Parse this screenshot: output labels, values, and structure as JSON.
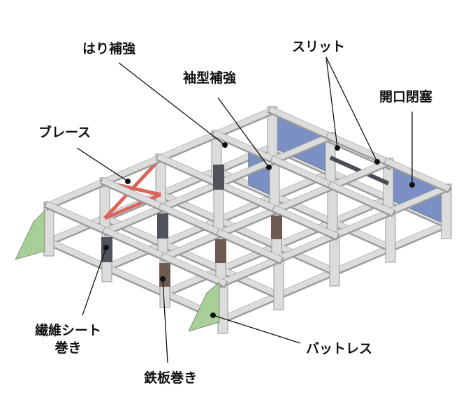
{
  "labels": {
    "beam": "はり補強",
    "wing": "袖型補強",
    "slit": "スリット",
    "opening": "開口閉塞",
    "brace": "ブレース",
    "fiber_line1": "繊維シート",
    "fiber_line2": "巻き",
    "steel": "鉄板巻き",
    "buttress": "バットレス"
  },
  "colors": {
    "frame": "#dcdcdc",
    "frame_edge": "#9a9a9a",
    "panel_blue": "#7b8fc4",
    "brace_red": "#d9665a",
    "fiber_wrap": "#4f525a",
    "steel_wrap": "#6e5a52",
    "buttress_green": "#a8cf98"
  }
}
